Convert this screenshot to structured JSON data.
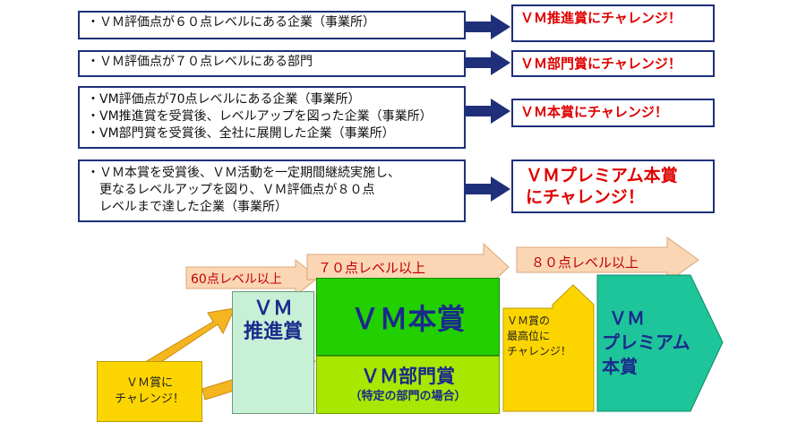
{
  "conditions": [
    {
      "lines": [
        "・ＶＭ評価点が６０点レベルにある企業（事業所）"
      ],
      "goal_lines": [
        "ＶＭ推進賞にチャレンジ！"
      ]
    },
    {
      "lines": [
        "・ＶＭ評価点が７０点レベルにある部門"
      ],
      "goal_lines": [
        "ＶＭ部門賞にチャレンジ！"
      ]
    },
    {
      "lines": [
        "・VM評価点が70点レベルにある企業（事業所）",
        "・VM推進賞を受賞後、レベルアップを図った企業（事業所）",
        "・VM部門賞を受賞後、全社に展開した企業（事業所）"
      ],
      "goal_lines": [
        "ＶＭ本賞にチャレンジ！"
      ]
    },
    {
      "lines": [
        "・ＶＭ本賞を受賞後、ＶＭ活動を一定期間継続実施し、",
        "　更なるレベルアップを図り、ＶＭ評価点が８０点",
        "　レベルまで達した企業（事業所）"
      ],
      "goal_lines": [
        "ＶＭプレミアム本賞",
        "にチャレンジ！"
      ]
    }
  ],
  "ladder": {
    "start": {
      "lines": [
        "ＶＭ賞に",
        "チャレンジ！"
      ]
    },
    "level_60": "60点レベル以上",
    "level_70": "７０点レベル以上",
    "level_80": "８０点レベル以上",
    "suishin": {
      "lines": [
        "ＶＭ",
        "推進賞"
      ]
    },
    "honsho": "ＶＭ本賞",
    "bumon": {
      "title": "ＶＭ部門賞",
      "note": "（特定の部門の場合）"
    },
    "top_challenge": {
      "lines": [
        "ＶＭ賞の",
        "最高位に",
        "チャレンジ！"
      ]
    },
    "premium": {
      "lines": [
        "ＶＭ",
        "プレミアム",
        "本賞"
      ]
    }
  },
  "colors": {
    "border": "#1f2f7a",
    "goal_text": "#e00000",
    "level_text": "#c00000",
    "peach_arrow": "#fbd6b4",
    "orange_arrow": "#f5a623",
    "yellow_box": "#fcd500",
    "suishin_fill": "#c8f0d6",
    "honsho_fill": "#22d000",
    "bumon_fill": "#a8e800",
    "premium_fill": "#1ec49a",
    "navy_arrow": "#1f2f7a"
  }
}
